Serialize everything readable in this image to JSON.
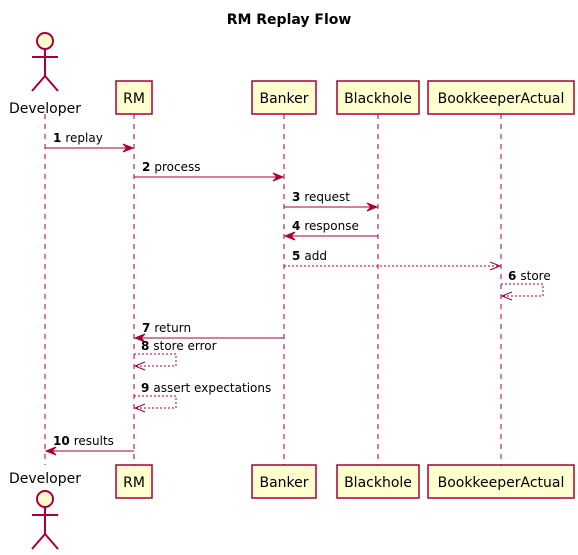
{
  "title": "RM Replay Flow",
  "colors": {
    "participant_fill": "#FEFECE",
    "participant_border": "#A80036",
    "lifeline": "#A80036",
    "arrow": "#A80036",
    "text": "#000000"
  },
  "participants": [
    {
      "id": "developer",
      "label": "Developer",
      "type": "actor"
    },
    {
      "id": "rm",
      "label": "RM",
      "type": "participant"
    },
    {
      "id": "banker",
      "label": "Banker",
      "type": "participant"
    },
    {
      "id": "blackhole",
      "label": "Blackhole",
      "type": "participant"
    },
    {
      "id": "bookkeeper",
      "label": "BookkeeperActual",
      "type": "participant"
    }
  ],
  "messages": [
    {
      "num": "1",
      "text": "replay",
      "from": "developer",
      "to": "rm",
      "style": "sync"
    },
    {
      "num": "2",
      "text": "process",
      "from": "rm",
      "to": "banker",
      "style": "sync"
    },
    {
      "num": "3",
      "text": "request",
      "from": "banker",
      "to": "blackhole",
      "style": "sync"
    },
    {
      "num": "4",
      "text": "response",
      "from": "blackhole",
      "to": "banker",
      "style": "sync"
    },
    {
      "num": "5",
      "text": "add",
      "from": "banker",
      "to": "bookkeeper",
      "style": "async"
    },
    {
      "num": "6",
      "text": "store",
      "from": "bookkeeper",
      "to": "bookkeeper",
      "style": "async"
    },
    {
      "num": "7",
      "text": "return",
      "from": "banker",
      "to": "rm",
      "style": "sync"
    },
    {
      "num": "8",
      "text": "store error",
      "from": "rm",
      "to": "rm",
      "style": "async"
    },
    {
      "num": "9",
      "text": "assert expectations",
      "from": "rm",
      "to": "rm",
      "style": "async"
    },
    {
      "num": "10",
      "text": "results",
      "from": "rm",
      "to": "developer",
      "style": "sync"
    }
  ]
}
